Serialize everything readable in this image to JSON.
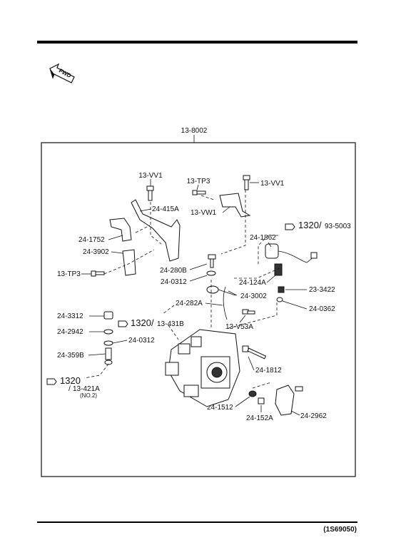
{
  "header": {
    "rule_color": "#000000"
  },
  "orientation": {
    "fwd_label": "FWD"
  },
  "assembly": {
    "number": "13-8002"
  },
  "parts": {
    "p_13vv1_left": "13-VV1",
    "p_13tp3_top": "13-TP3",
    "p_13vv1_right": "13-VV1",
    "p_24415a": "24-415A",
    "p_13vw1": "13-VW1",
    "p_241752": "24-1752",
    "p_243902": "24-3902",
    "p_13tp3_left": "13-TP3",
    "p_241862": "24-1862",
    "p_24280b": "24-280B",
    "p_240312_upper": "24-0312",
    "p_24124a": "24-124A",
    "p_243002": "24-3002",
    "p_233422": "23-3422",
    "p_240362": "24-0362",
    "p_24282a": "24-282A",
    "p_243312": "24-3312",
    "p_242942_left": "24-2942",
    "p_240312_lower": "24-0312",
    "p_24359b": "24-359B",
    "p_13v53a": "13-V53A",
    "p_241812": "24-1812",
    "p_241512": "24-1512",
    "p_24152a": "24-152A",
    "p_242962": "24-2962"
  },
  "references": {
    "ref1": {
      "page": "1320",
      "sep": "/",
      "code": "93-5003"
    },
    "ref2": {
      "page": "1320",
      "sep": "/",
      "code": "13-431B"
    },
    "ref3": {
      "page": "1320",
      "sep": "/",
      "code": "13-421A",
      "note": "(NO.2)"
    }
  },
  "footer": {
    "figure_code": "(1S69050)"
  }
}
